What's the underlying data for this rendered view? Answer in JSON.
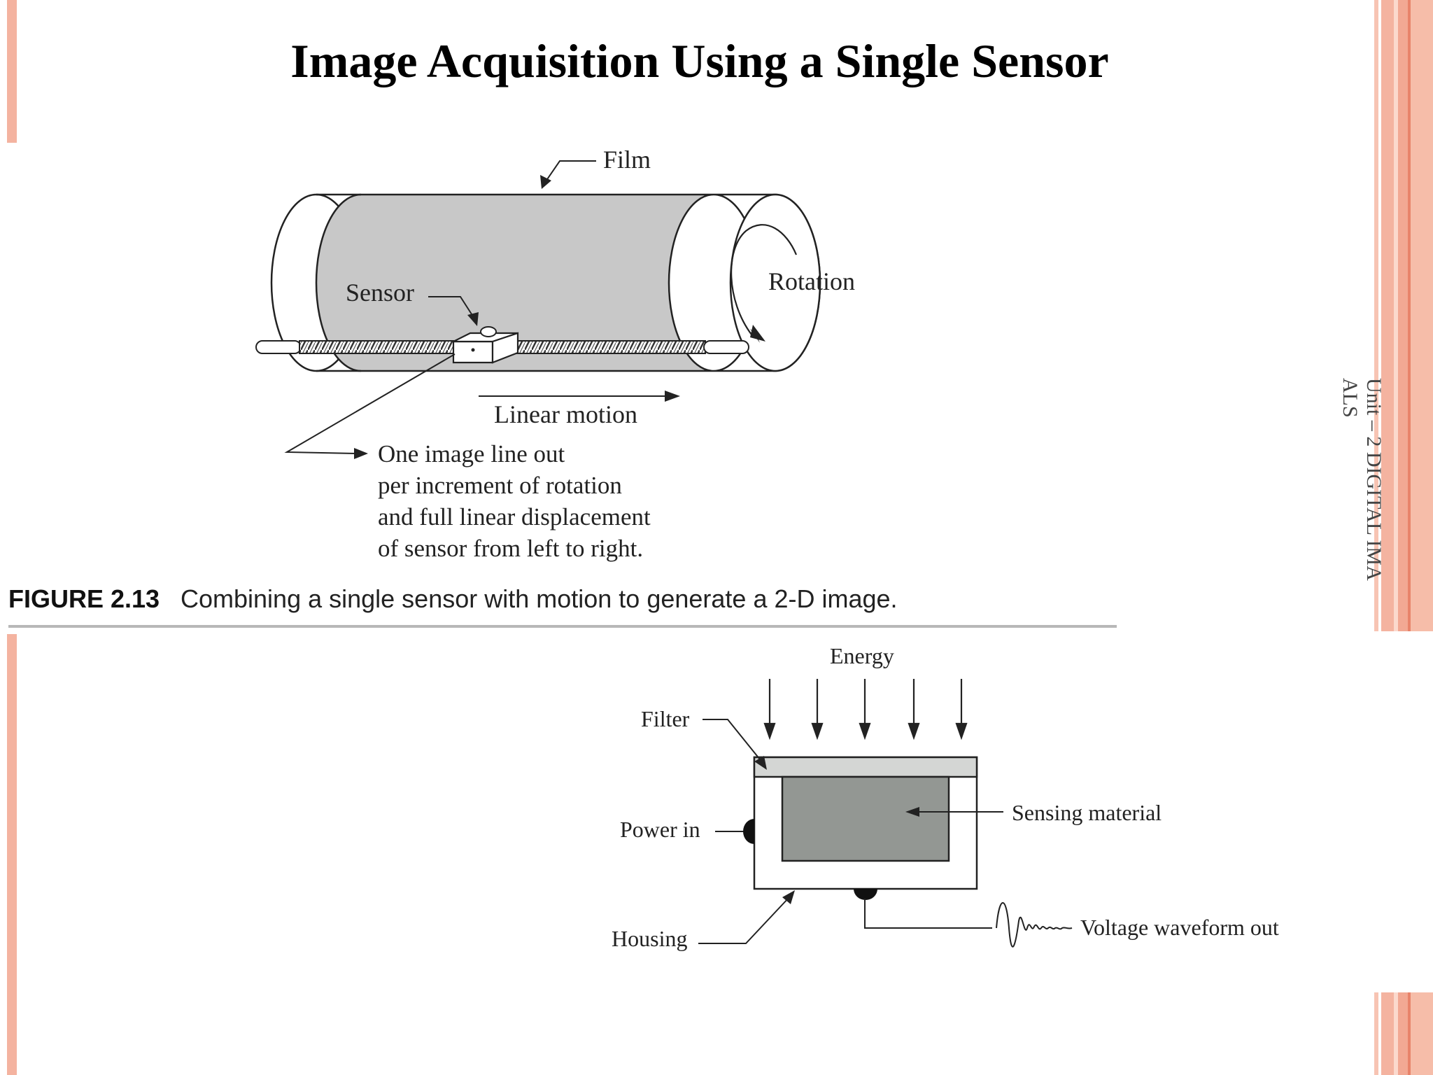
{
  "slide": {
    "title": "Image Acquisition Using a Single Sensor",
    "side_text_line1": "Unit – 2 DIGITAL IMA",
    "side_text_line2": "ALS"
  },
  "figure_top": {
    "label_film": "Film",
    "label_sensor": "Sensor",
    "label_rotation": "Rotation",
    "label_linear_motion": "Linear motion",
    "output_lines": [
      "One image line out",
      "per increment of rotation",
      "and full linear displacement",
      "of sensor from left to right."
    ],
    "caption_number": "FIGURE 2.13",
    "caption_text": "Combining a single sensor with motion to generate a 2-D image."
  },
  "figure_bottom": {
    "label_energy": "Energy",
    "label_filter": "Filter",
    "label_power_in": "Power in",
    "label_sensing_material": "Sensing material",
    "label_housing": "Housing",
    "label_voltage": "Voltage waveform out"
  },
  "colors": {
    "accent": "#f4b3a0",
    "accent_dark": "#e8836a",
    "drum_gray": "#c8c8c8",
    "sensing_gray": "#939793",
    "filter_gray": "#d4d6d4"
  }
}
